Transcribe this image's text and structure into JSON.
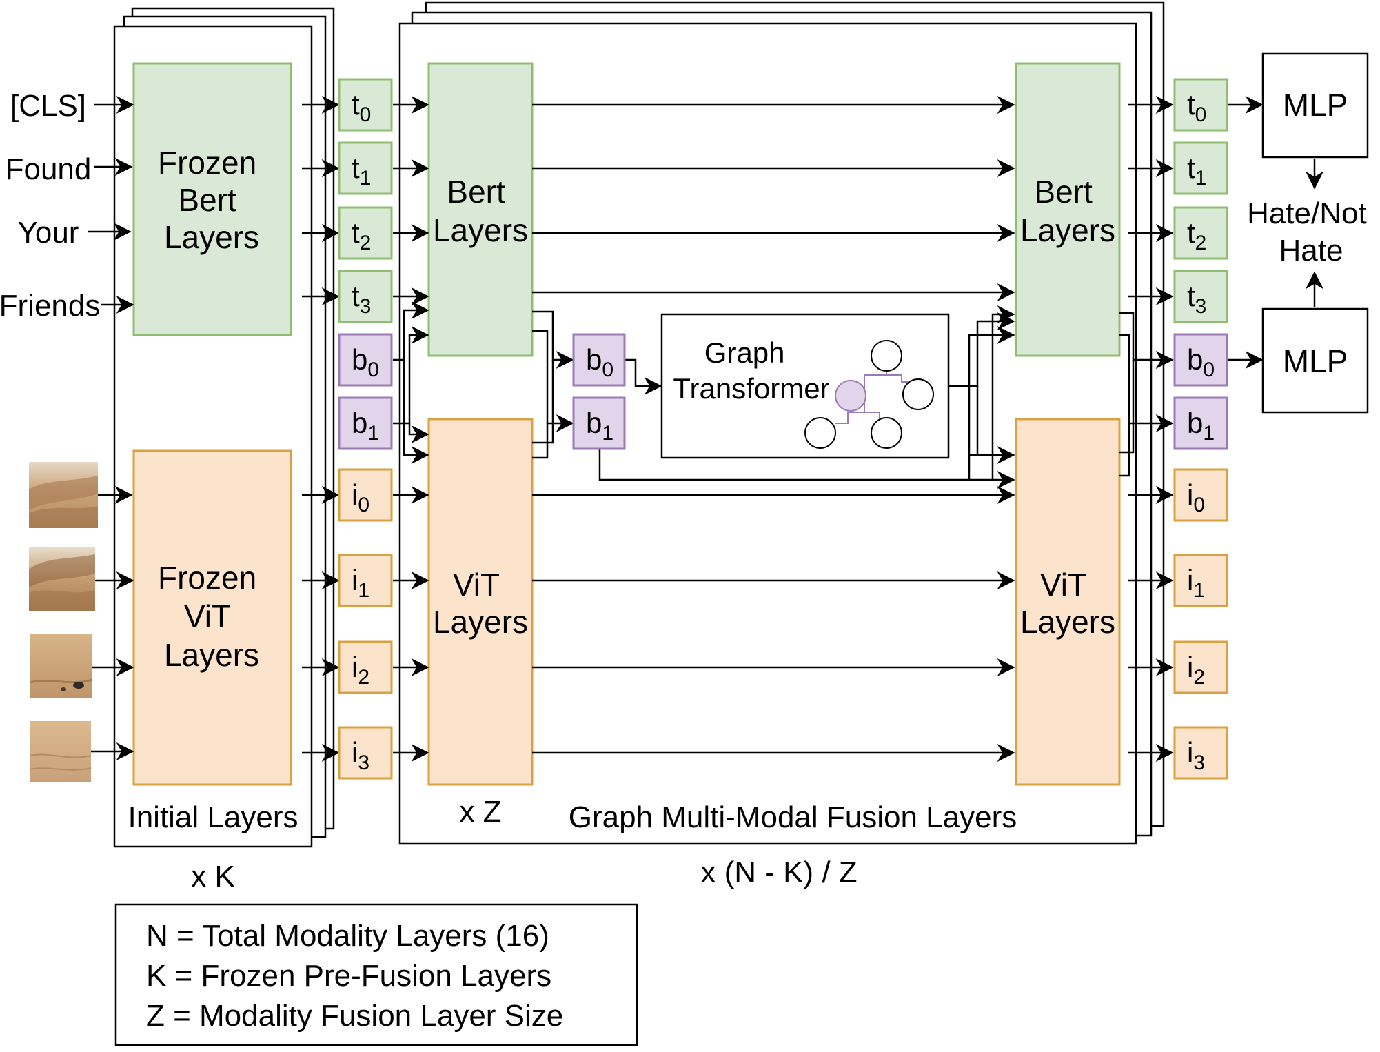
{
  "inputs": {
    "words": [
      "[CLS]",
      "Found",
      "Your",
      "Friends"
    ],
    "images": [
      "desert-image-0",
      "desert-image-1",
      "desert-image-2",
      "desert-image-3"
    ]
  },
  "initial": {
    "bert": [
      "Frozen",
      "Bert",
      "Layers"
    ],
    "vit": [
      "Frozen",
      "ViT",
      "Layers"
    ],
    "caption": "Initial Layers",
    "multiplier": "x K"
  },
  "tokens": {
    "text": [
      [
        "t",
        "0"
      ],
      [
        "t",
        "1"
      ],
      [
        "t",
        "2"
      ],
      [
        "t",
        "3"
      ]
    ],
    "bottleneck": [
      [
        "b",
        "0"
      ],
      [
        "b",
        "1"
      ]
    ],
    "image": [
      [
        "i",
        "0"
      ],
      [
        "i",
        "1"
      ],
      [
        "i",
        "2"
      ],
      [
        "i",
        "3"
      ]
    ]
  },
  "fusion": {
    "bert": [
      "Bert",
      "Layers"
    ],
    "vit": [
      "ViT",
      "Layers"
    ],
    "inner_multiplier": "x Z",
    "caption": "Graph Multi-Modal Fusion Layers",
    "multiplier": "x (N - K) / Z"
  },
  "graph": {
    "title": [
      "Graph",
      "Transformer"
    ]
  },
  "outputs": {
    "mlp": "MLP",
    "result": [
      "Hate/Not",
      "Hate"
    ]
  },
  "legend": [
    "N = Total Modality Layers (16)",
    "K = Frozen Pre-Fusion Layers",
    "Z = Modality Fusion Layer Size"
  ],
  "colors": {
    "text_fill": "#d9e9d5",
    "text_stroke": "#8fbe72",
    "image_fill": "#fbe4cb",
    "image_stroke": "#d8a142",
    "bottleneck_fill": "#e2d4ea",
    "bottleneck_stroke": "#9a7bb6",
    "node_fill": "#e2d4ea"
  }
}
